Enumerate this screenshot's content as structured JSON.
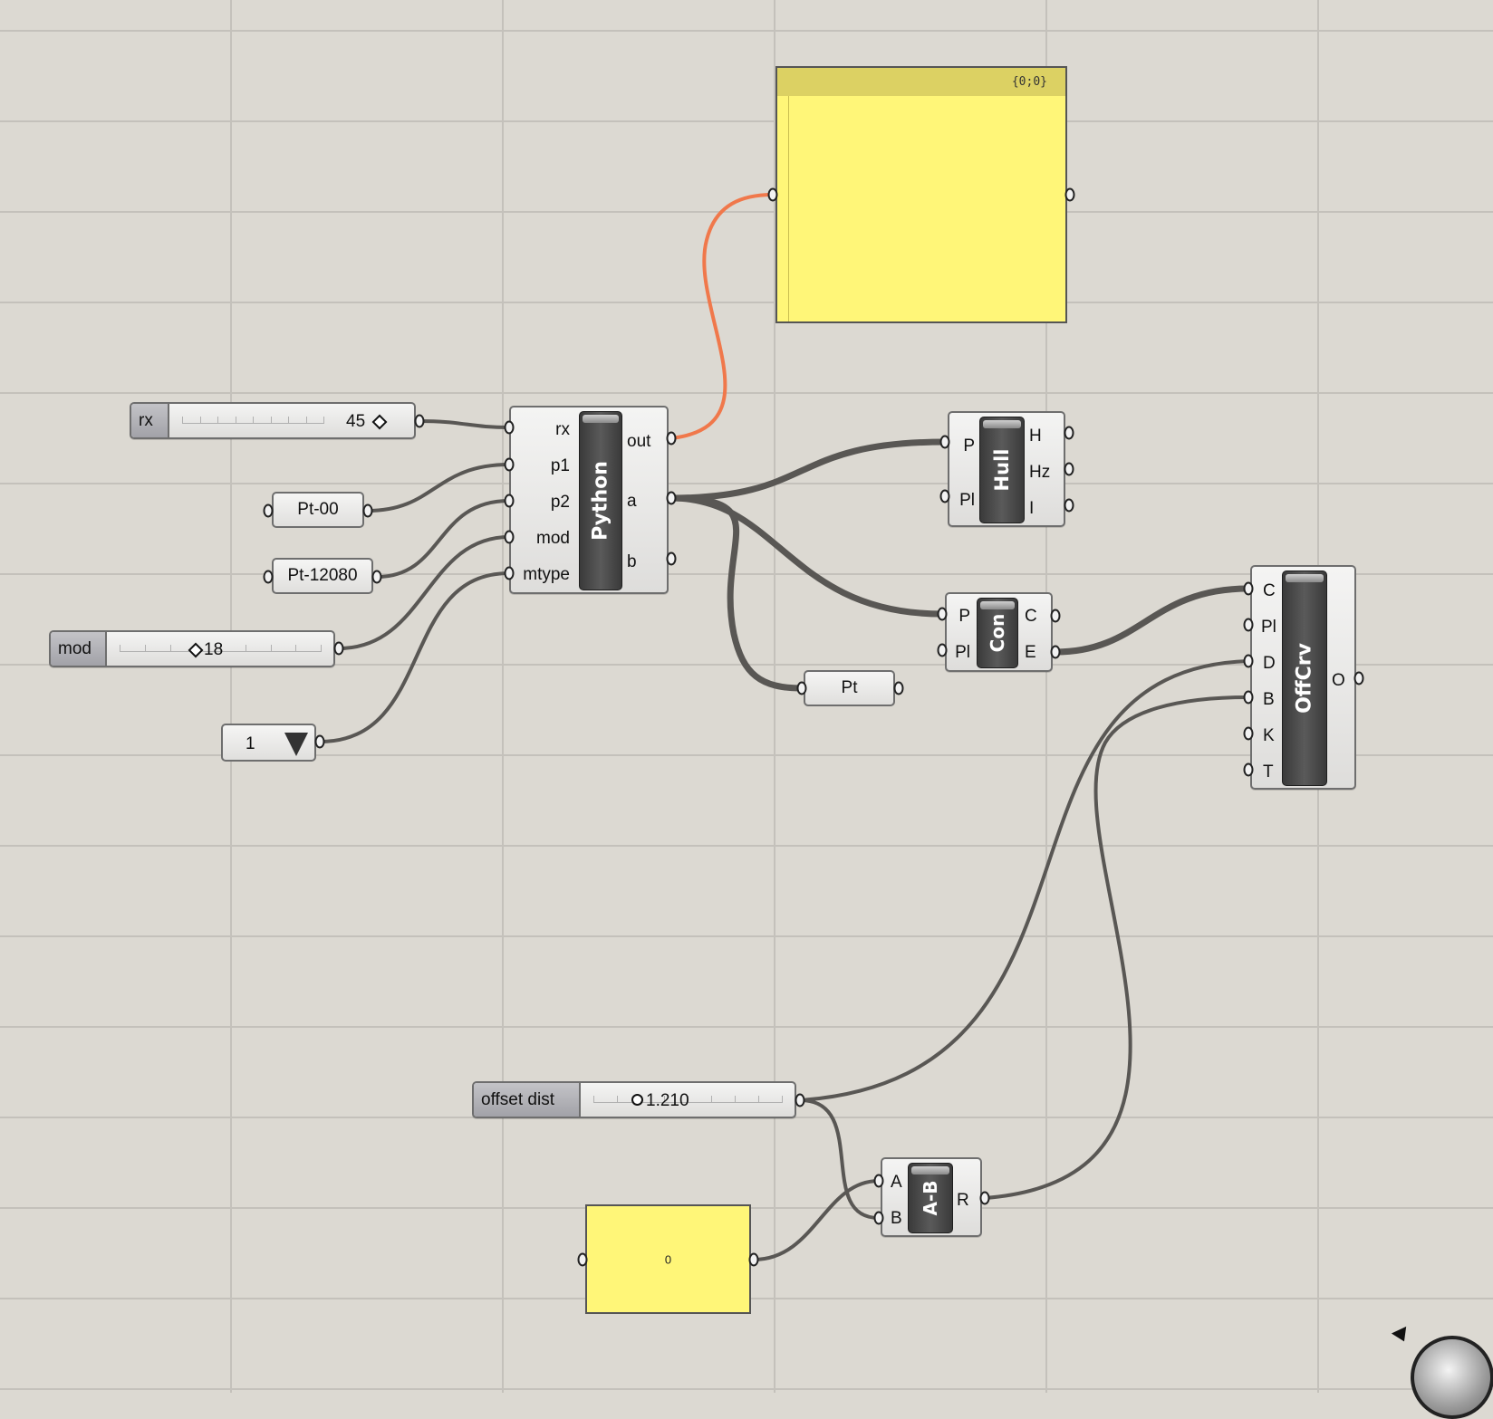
{
  "canvas": {
    "background": "#dcd9d2",
    "grid_color": "#c4c1bb",
    "wire_color": "#595754",
    "selected_wire_color": "#f0784b"
  },
  "sliders": {
    "rx": {
      "name": "rx",
      "value": "45"
    },
    "mod": {
      "name": "mod",
      "value": "18"
    },
    "offset": {
      "name": "offset dist",
      "value": "1.210"
    }
  },
  "params": {
    "pt_00": "Pt-00",
    "pt_12080": "Pt-12080",
    "pt": "Pt"
  },
  "value_list": {
    "selected": "1"
  },
  "python": {
    "title": "Python",
    "inputs": [
      "rx",
      "p1",
      "p2",
      "mod",
      "mtype"
    ],
    "outputs": [
      "out",
      "a",
      "b"
    ]
  },
  "hull": {
    "title": "Hull",
    "inputs": [
      "P",
      "Pl"
    ],
    "outputs": [
      "H",
      "Hz",
      "I"
    ]
  },
  "con": {
    "title": "Con",
    "inputs": [
      "P",
      "Pl"
    ],
    "outputs": [
      "C",
      "E"
    ]
  },
  "offcrv": {
    "title": "OffCrv",
    "inputs": [
      "C",
      "Pl",
      "D",
      "B",
      "K",
      "T"
    ],
    "outputs": [
      "O"
    ]
  },
  "subtract": {
    "title": "A-B",
    "inputs": [
      "A",
      "B"
    ],
    "outputs": [
      "R"
    ]
  },
  "panel_top": {
    "path": "{0;0}",
    "color": "#fff678"
  },
  "panel_bottom": {
    "text": "0",
    "color": "#fff678"
  }
}
